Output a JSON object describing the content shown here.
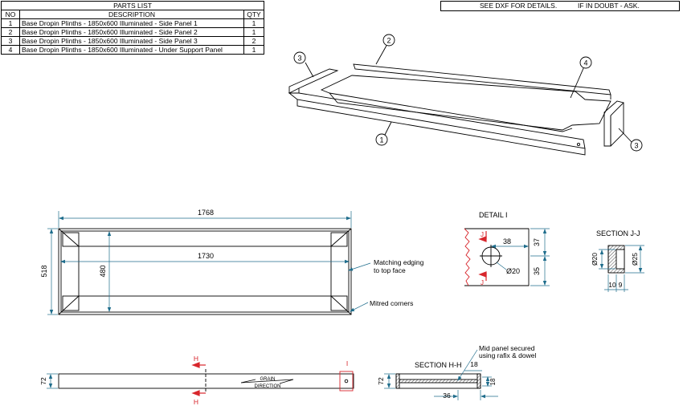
{
  "parts_list": {
    "title": "PARTS LIST",
    "headers": {
      "no": "NO",
      "description": "DESCRIPTION",
      "qty": "QTY"
    },
    "rows": [
      {
        "no": "1",
        "description": "Base Dropin Plinths - 1850x600 Illuminated - Side Panel 1",
        "qty": "1"
      },
      {
        "no": "2",
        "description": "Base Dropin Plinths - 1850x600 Illuminated - Side Panel 2",
        "qty": "1"
      },
      {
        "no": "3",
        "description": "Base Dropin Plinths - 1850x600 Illuminated - Side Panel 3",
        "qty": "2"
      },
      {
        "no": "4",
        "description": "Base Dropin Plinths - 1850x600 Illuminated - Under Support Panel",
        "qty": "1"
      }
    ]
  },
  "notes": {
    "dxf": "SEE DXF FOR DETAILS.",
    "doubt": "IF IN DOUBT - ASK."
  },
  "balloons": {
    "b1": "1",
    "b2": "2",
    "b3": "3",
    "b4": "4"
  },
  "plan": {
    "overall_length": "1768",
    "inner_length": "1730",
    "overall_width": "518",
    "inner_width": "480",
    "note_edging_1": "Matching edging",
    "note_edging_2": "to top face",
    "note_mitred": "Mitred corners"
  },
  "detail": {
    "title": "DETAIL I",
    "section_marker": "J",
    "dim_38": "38",
    "dim_37": "37",
    "dim_35": "35",
    "dia_20": "Ø20"
  },
  "section_jj": {
    "title": "SECTION J-J",
    "dia_20": "Ø20",
    "dia_25": "Ø25",
    "dim_10": "10",
    "dim_9": "9"
  },
  "elevation": {
    "height": "72",
    "section_marker": "H",
    "detail_marker": "I",
    "grain_1": "GRAIN",
    "grain_2": "DIRECTION"
  },
  "section_hh": {
    "title": "SECTION H-H",
    "note_1": "Mid panel secured",
    "note_2": "using rafix & dowel",
    "height": "72",
    "dim_18_top": "18",
    "dim_18_side": "18",
    "dim_36": "36"
  },
  "colors": {
    "line": "#000000",
    "dimension": "#1f6d8c",
    "section_mark": "#d8262c"
  }
}
